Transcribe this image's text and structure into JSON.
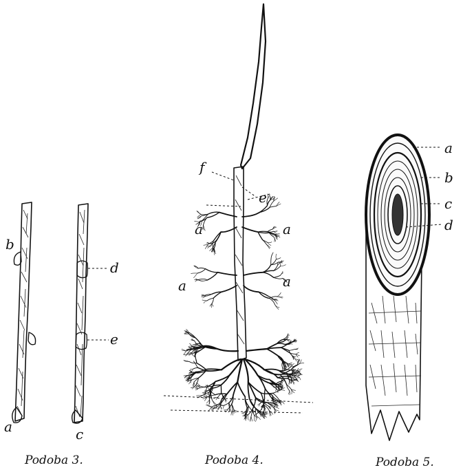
{
  "figures": [
    {
      "caption": "Podoba 3.",
      "labels": [
        "b",
        "a",
        "d",
        "e",
        "c"
      ]
    },
    {
      "caption": "Podoba 4.",
      "labels": [
        "f",
        "e",
        "a",
        "a",
        "a",
        "a"
      ]
    },
    {
      "caption": "Podoba 5.",
      "labels": [
        "a",
        "b",
        "c",
        "d"
      ]
    }
  ]
}
